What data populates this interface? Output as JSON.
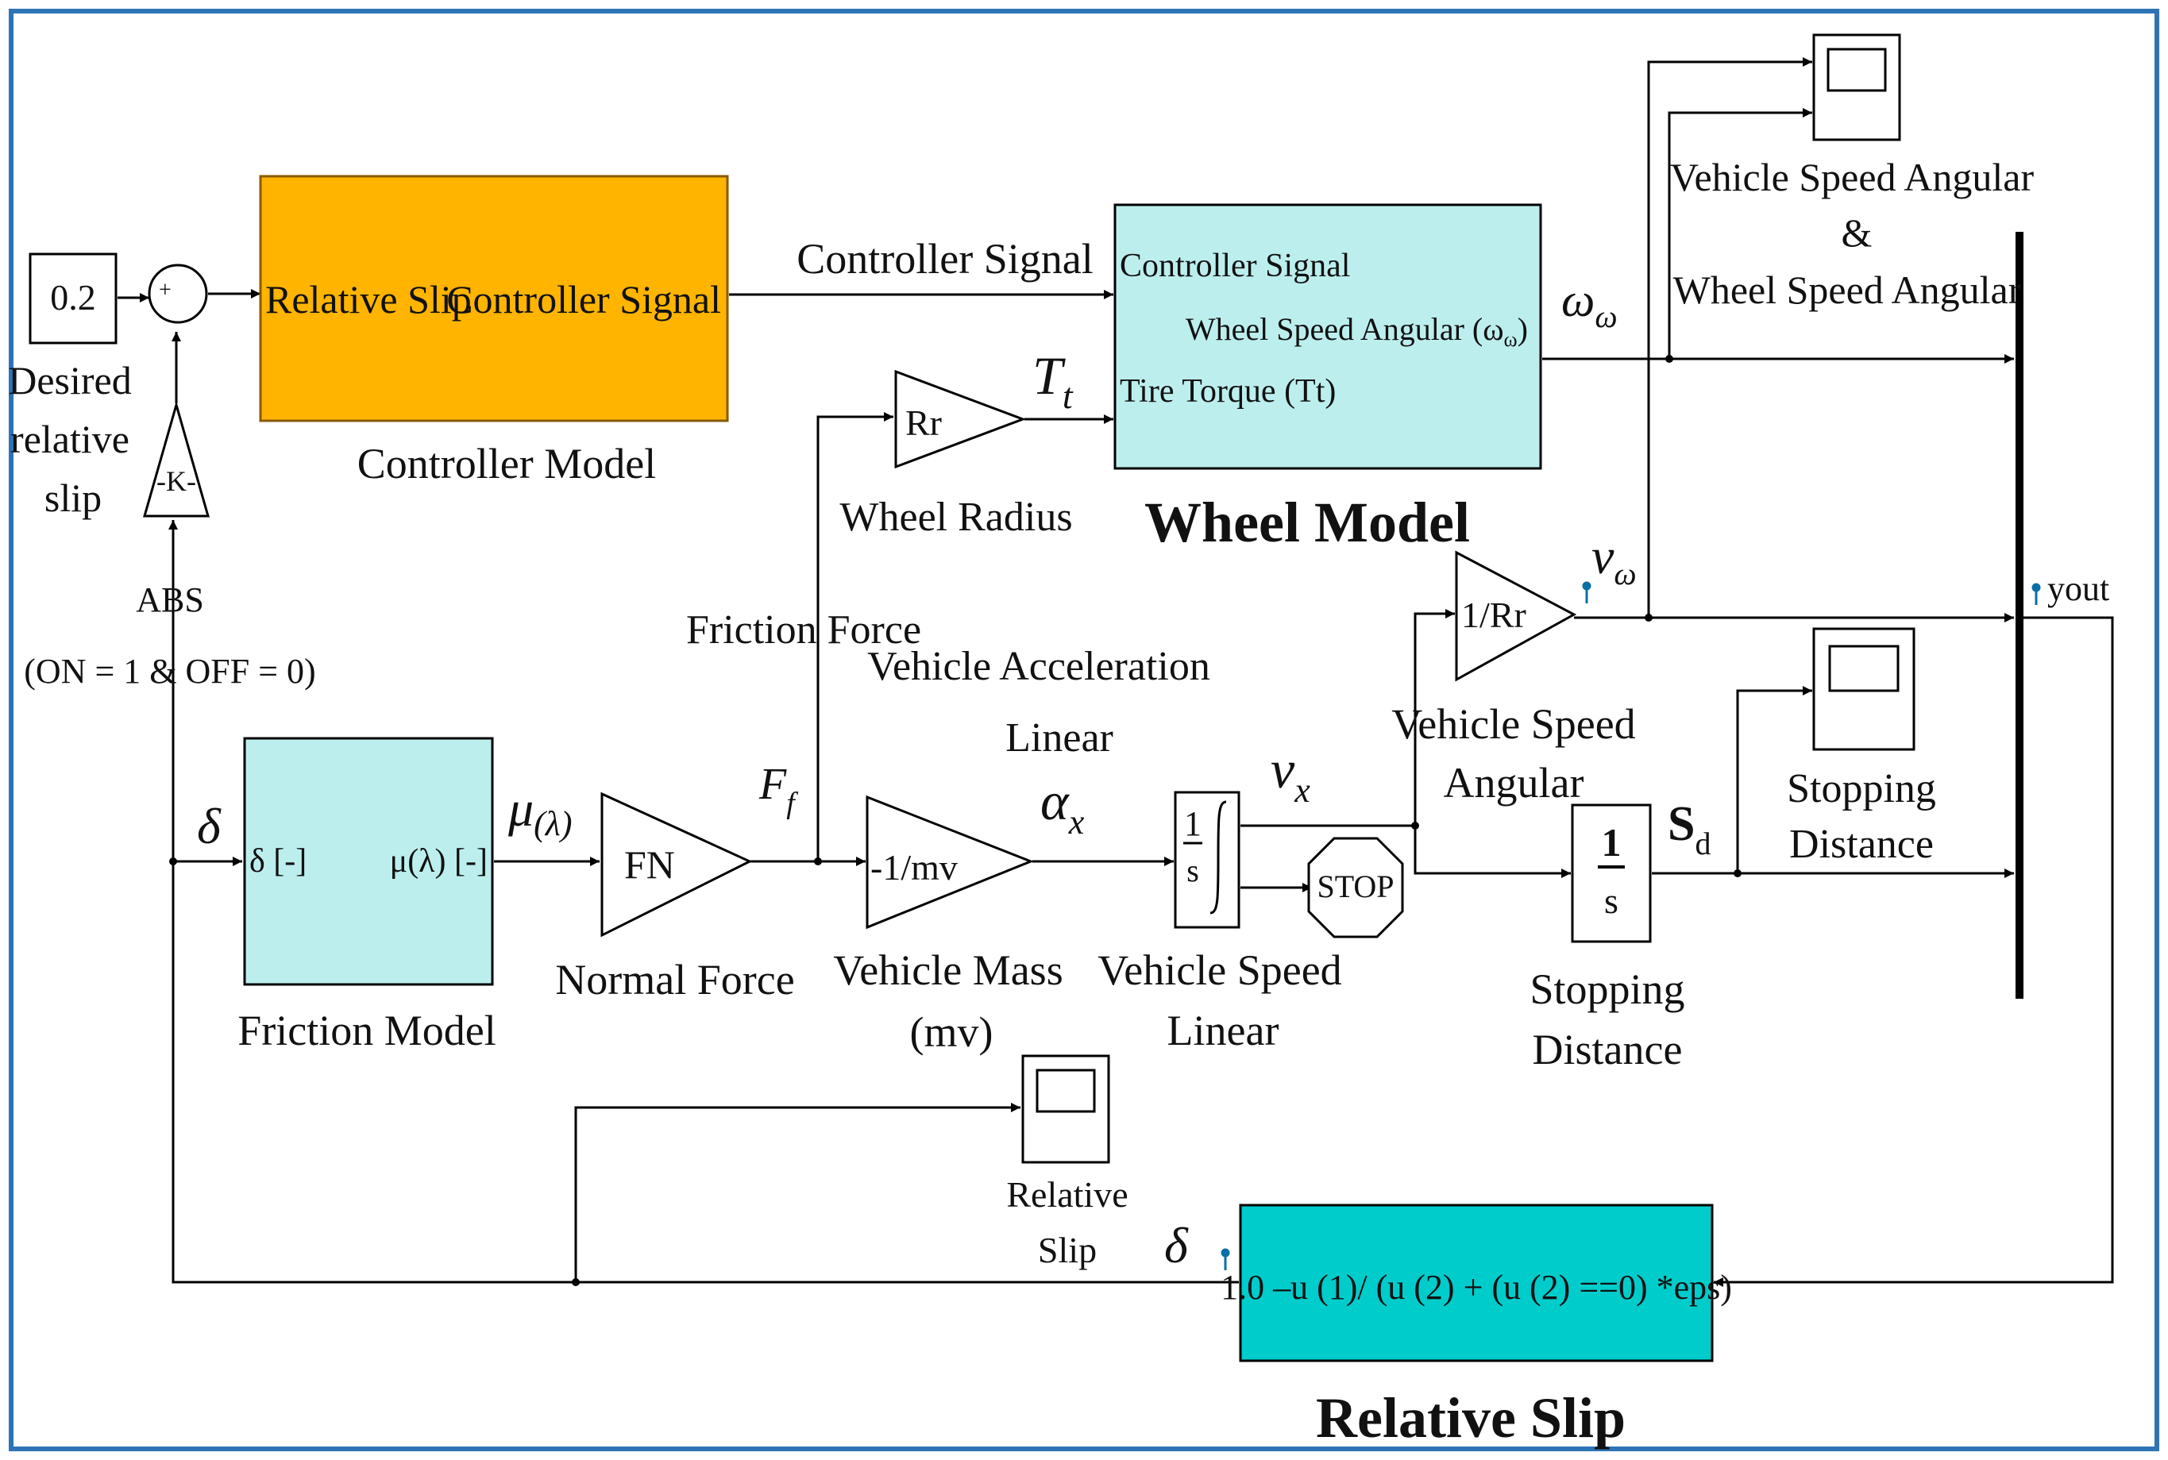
{
  "colors": {
    "border": "#2e74b5",
    "controller_fill": "#ffb400",
    "wheel_fill": "#bdeeee",
    "friction_fill": "#bdeeee",
    "relslip_fill": "#00cccc",
    "wire": "#000000",
    "marker": "#0a6fa5"
  },
  "blocks": {
    "desired_const": "0.2",
    "desired_label": [
      "Desired",
      "relative",
      "slip"
    ],
    "sum_plus": "+",
    "sum_minus": "–",
    "gain_k": "-K-",
    "abs_label": "ABS",
    "abs_onoff": "(ON = 1 & OFF = 0)",
    "controller_in": "Relative Slip",
    "controller_out": "Controller Signal",
    "controller_caption": "Controller Model",
    "controller_signal_wire": "Controller Signal",
    "wheel_in1": "Controller Signal",
    "wheel_out": "Wheel Speed Angular (ω",
    "wheel_out_sub": "ω",
    "wheel_out_close": ")",
    "wheel_in2": "Tire Torque (Tt)",
    "wheel_caption": "Wheel Model",
    "omega": "ω",
    "omega_sub": "ω",
    "rr_gain": "Rr",
    "rr_caption": "Wheel Radius",
    "tt": "T",
    "tt_sub": "t",
    "scope1_caption": [
      "Vehicle Speed Angular",
      "&",
      "Wheel Speed Angular"
    ],
    "v_omega": "v",
    "v_omega_sub": "ω",
    "inv_rr": "1/Rr",
    "vsa_caption": [
      "Vehicle Speed",
      "Angular"
    ],
    "yout": "yout",
    "friction_force_label": "Friction Force",
    "vehicle_accel_label": [
      "Vehicle Acceleration",
      "Linear"
    ],
    "delta": "δ",
    "friction_in": "δ [-]",
    "friction_out": "μ(λ) [-]",
    "friction_caption": "Friction Model",
    "mu": "μ",
    "mu_sub": "(λ)",
    "fn_gain": "FN",
    "fn_caption": "Normal Force",
    "ff": "F",
    "ff_sub": "f",
    "mv_gain": "-1/mv",
    "mv_caption": [
      "Vehicle Mass",
      "(mv)"
    ],
    "alpha": "α",
    "alpha_sub": "x",
    "integ_num": "1",
    "integ_den": "s",
    "integ_caption": [
      "Vehicle Speed",
      "Linear"
    ],
    "vx": "v",
    "vx_sub": "x",
    "stop": "STOP",
    "integ2_num": "1",
    "integ2_den": "s",
    "integ2_caption": [
      "Stopping",
      "Distance"
    ],
    "sd": "S",
    "sd_sub": "d",
    "scope2_caption": [
      "Stopping",
      "Distance"
    ],
    "scope3_caption": [
      "Relative",
      "Slip"
    ],
    "delta2": "δ",
    "fcn_expr": "1.0 –u (1)/ (u (2) + (u (2) ==0) *eps)",
    "relslip_caption": "Relative Slip"
  }
}
